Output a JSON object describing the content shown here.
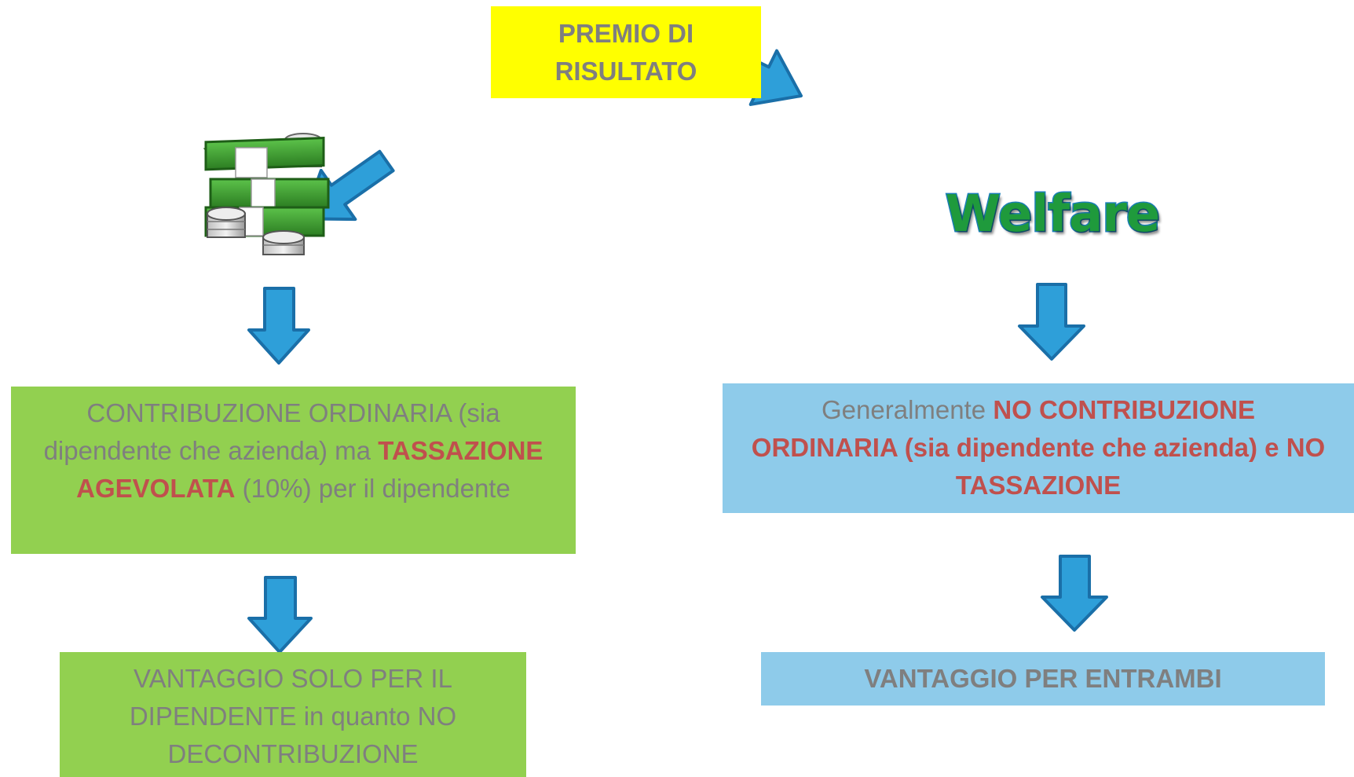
{
  "top_box": {
    "line1": "PREMIO DI",
    "line2": "RISULTATO"
  },
  "welfare_title": "Welfare",
  "money_icon": "money-stack-icon",
  "left_box": {
    "part1": "CONTRIBUZIONE ORDINARIA (sia dipendente che azienda) ma ",
    "highlight": "TASSAZIONE AGEVOLATA",
    "part2": " (10%) per il dipendente"
  },
  "left_bottom_box": {
    "line1": "VANTAGGIO SOLO PER IL",
    "line2": "DIPENDENTE in quanto NO",
    "line3": "DECONTRIBUZIONE"
  },
  "right_box": {
    "part1": "Generalmente ",
    "highlight": "NO CONTRIBUZIONE ORDINARIA (sia dipendente che azienda)  e NO TASSAZIONE"
  },
  "right_bottom_box": {
    "text": "VANTAGGIO PER ENTRAMBI"
  },
  "colors": {
    "arrow": "#2e9fd9",
    "yellow_box": "#ffff00",
    "green_box": "#92d050",
    "blue_box": "#8ecbea",
    "highlight_red": "#c0504d",
    "text_grey": "#7f7f7f"
  }
}
